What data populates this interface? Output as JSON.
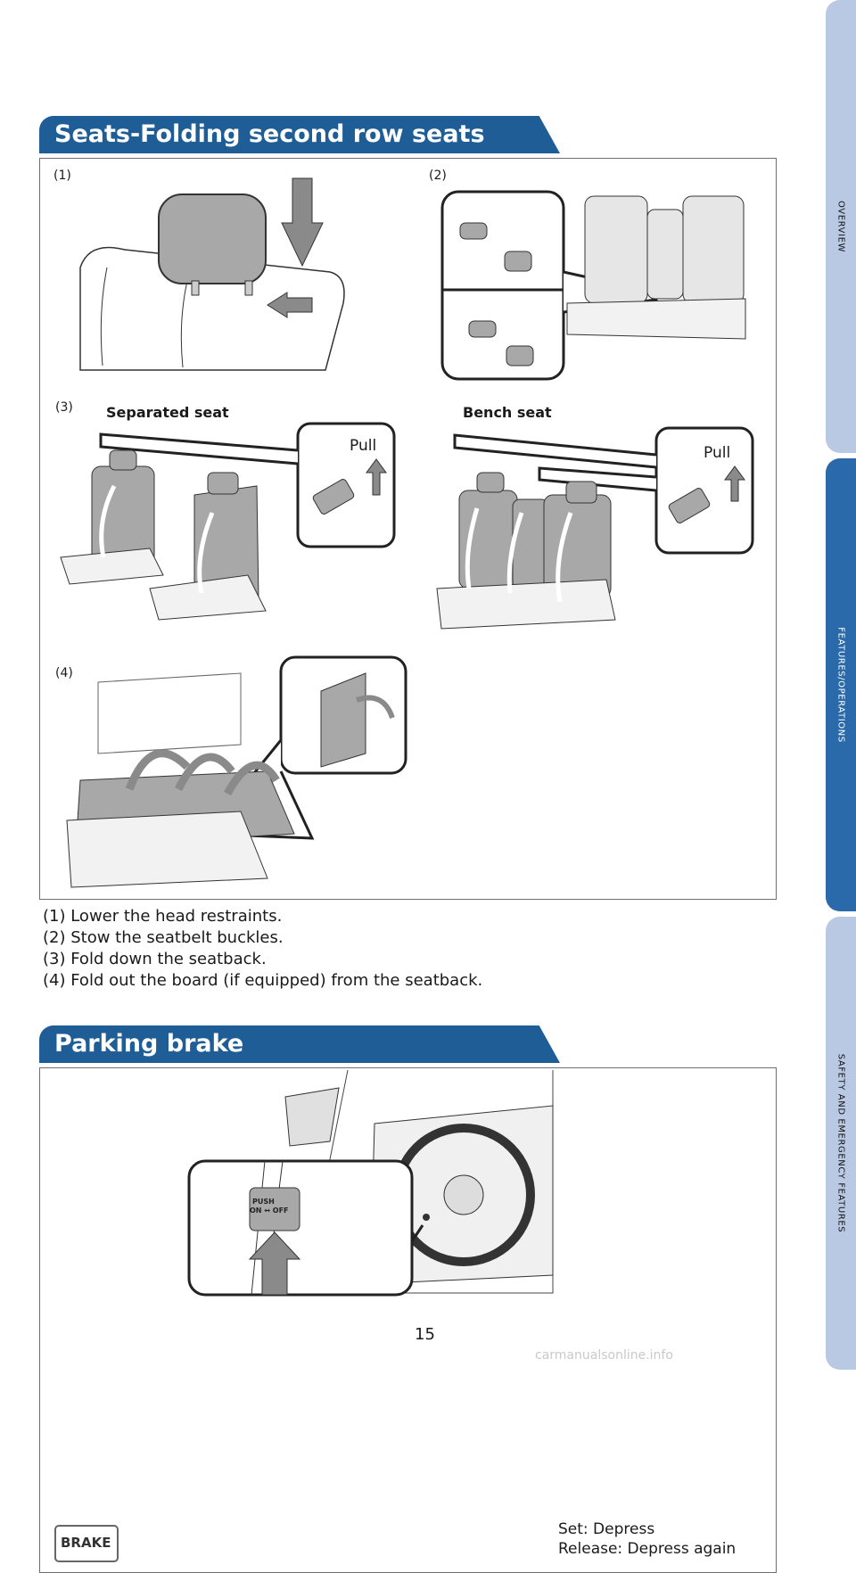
{
  "side_tabs": [
    {
      "label": "OVERVIEW",
      "color": "#b9c8e3",
      "text": "#111111"
    },
    {
      "label": "FEATURES/OPERATIONS",
      "color": "#2b6aaa",
      "text": "#ffffff"
    },
    {
      "label": "SAFETY AND EMERGENCY FEATURES",
      "color": "#b9c8e3",
      "text": "#111111"
    }
  ],
  "seats_section": {
    "title": "Seats-Folding second row seats",
    "fig_labels": {
      "f1": "(1)",
      "f2": "(2)",
      "f3": "(3)",
      "f4": "(4)"
    },
    "separated_seat": "Separated seat",
    "bench_seat": "Bench seat",
    "pull_left": "Pull",
    "pull_right": "Pull",
    "steps": [
      "(1) Lower the head restraints.",
      "(2) Stow the seatbelt buckles.",
      "(3) Fold down the seatback.",
      "(4) Fold out the board (if equipped) from the seatback."
    ]
  },
  "parking_section": {
    "title": "Parking brake",
    "brake_badge": "BRAKE",
    "pedal_text_1": "PUSH",
    "pedal_text_2": "ON ↔ OFF",
    "set_text": "Set: Depress",
    "release_text": "Release: Depress again"
  },
  "page_number": "15",
  "watermark": "carmanualsonline.info",
  "colors": {
    "accent": "#1f5d97",
    "seat_gray": "#a8a8a8",
    "arrow_gray": "#8a8a8a"
  }
}
